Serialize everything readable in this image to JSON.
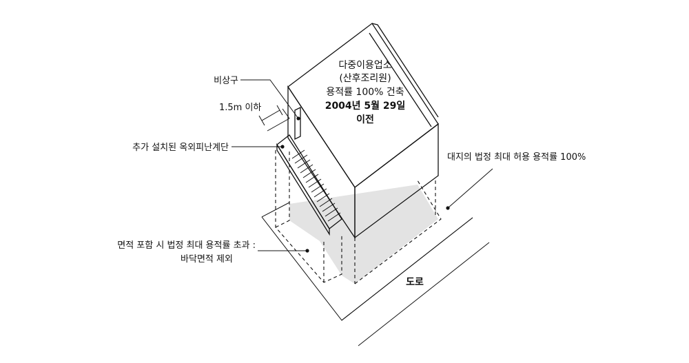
{
  "building": {
    "line1": "다중이용업소",
    "line2": "(산후조리원)",
    "line3": "용적률 100% 건축",
    "line4": "2004년 5월 29일",
    "line5": "이전"
  },
  "labels": {
    "emergency_exit": "비상구",
    "height_limit": "1.5m 이하",
    "added_stair": "추가 설치된 옥외피난계단",
    "site_far": "대지의 법정 최대 허용 용적률 100%",
    "exceed_line1": "면적 포함 시 법정 최대 용적률 초과 :",
    "exceed_line2": "바닥면적 제외",
    "road": "도로"
  },
  "colors": {
    "line": "#111111",
    "shade": "#e3e3e3",
    "background": "#ffffff"
  }
}
